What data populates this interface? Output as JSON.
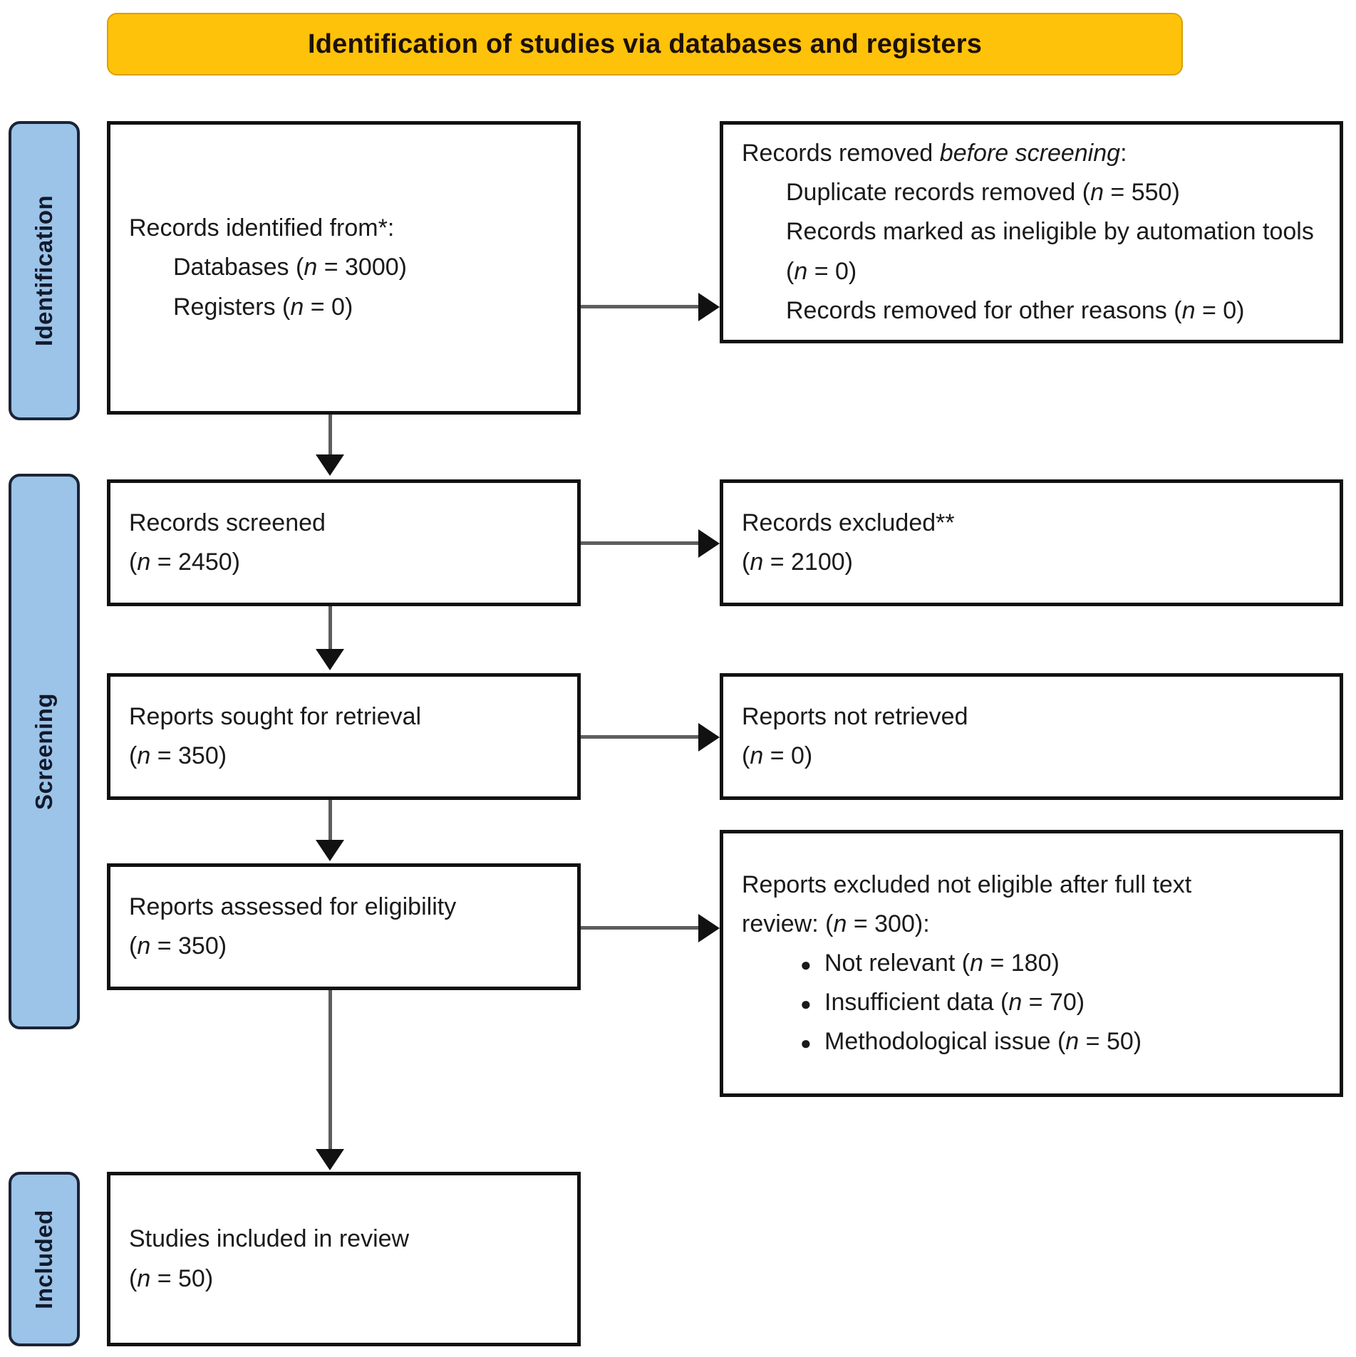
{
  "title": {
    "text": "Identification of studies via databases and registers",
    "background_color": "#FFC20A",
    "text_color": "#1c1008"
  },
  "stages": [
    {
      "id": "identification",
      "label": "Identification",
      "color": "#9CC3E8"
    },
    {
      "id": "screening",
      "label": "Screening",
      "color": "#9CC3E8"
    },
    {
      "id": "included",
      "label": "Included",
      "color": "#9CC3E8"
    }
  ],
  "boxes": {
    "identified": {
      "heading": "Records identified from*:",
      "item_databases": "Databases (",
      "item_databases_n": "n",
      "item_databases_val": " = 3000)",
      "item_registers": "Registers (",
      "item_registers_n": "n",
      "item_registers_val": " = 0)"
    },
    "removed": {
      "heading_pre": "Records removed ",
      "heading_ital": "before screening",
      "heading_post": ":",
      "dup_pre": "Duplicate records removed (",
      "dup_n": "n",
      "dup_post": " = 550)",
      "auto_pre": "Records marked as ineligible by automation tools (",
      "auto_n": "n",
      "auto_post": " = 0)",
      "other_pre": "Records removed for other reasons (",
      "other_n": "n",
      "other_post": " = 0)"
    },
    "screened": {
      "label": "Records screened",
      "count_open": "(",
      "count_n": "n",
      "count_close": " = 2450)"
    },
    "excluded": {
      "label": "Records excluded**",
      "count_open": "(",
      "count_n": "n",
      "count_close": " = 2100)"
    },
    "sought": {
      "label": "Reports sought for retrieval",
      "count_open": "(",
      "count_n": "n",
      "count_close": " = 350)"
    },
    "not_retrieved": {
      "label": "Reports not retrieved",
      "count_open": "(",
      "count_n": "n",
      "count_close": " = 0)"
    },
    "assessed": {
      "label": "Reports assessed for eligibility",
      "count_open": "(",
      "count_n": "n",
      "count_close": " = 350)"
    },
    "full_text": {
      "heading_line1": "Reports excluded not eligible after full text",
      "heading_line2_pre": "review: (",
      "heading_line2_n": "n",
      "heading_line2_post": " = 300):",
      "bullet1_pre": "Not relevant (",
      "bullet1_n": "n",
      "bullet1_post": " = 180)",
      "bullet2_pre": "Insufficient data (",
      "bullet2_n": "n",
      "bullet2_post": " = 70)",
      "bullet3_pre": "Methodological issue (",
      "bullet3_n": "n",
      "bullet3_post": " = 50)",
      "bullet_glyph": "●"
    },
    "included": {
      "label": "Studies included in review",
      "count_open": "(",
      "count_n": "n",
      "count_close": " = 50)"
    }
  },
  "chart_data": {
    "type": "diagram",
    "title": "Identification of studies via databases and registers",
    "diagram_kind": "PRISMA 2020 flow diagram",
    "stages": [
      "Identification",
      "Screening",
      "Included"
    ],
    "nodes": [
      {
        "id": "identified",
        "stage": "Identification",
        "column": "left",
        "label": "Records identified from*",
        "values": [
          {
            "name": "Databases",
            "n": 3000
          },
          {
            "name": "Registers",
            "n": 0
          }
        ]
      },
      {
        "id": "removed",
        "stage": "Identification",
        "column": "right",
        "label": "Records removed before screening",
        "values": [
          {
            "name": "Duplicate records removed",
            "n": 550
          },
          {
            "name": "Records marked as ineligible by automation tools",
            "n": 0
          },
          {
            "name": "Records removed for other reasons",
            "n": 0
          }
        ]
      },
      {
        "id": "screened",
        "stage": "Screening",
        "column": "left",
        "label": "Records screened",
        "n": 2450
      },
      {
        "id": "excluded",
        "stage": "Screening",
        "column": "right",
        "label": "Records excluded**",
        "n": 2100
      },
      {
        "id": "sought",
        "stage": "Screening",
        "column": "left",
        "label": "Reports sought for retrieval",
        "n": 350
      },
      {
        "id": "not_retrieved",
        "stage": "Screening",
        "column": "right",
        "label": "Reports not retrieved",
        "n": 0
      },
      {
        "id": "assessed",
        "stage": "Screening",
        "column": "left",
        "label": "Reports assessed for eligibility",
        "n": 350
      },
      {
        "id": "full_text",
        "stage": "Screening",
        "column": "right",
        "label": "Reports excluded not eligible after full text review",
        "n": 300,
        "values": [
          {
            "name": "Not relevant",
            "n": 180
          },
          {
            "name": "Insufficient data",
            "n": 70
          },
          {
            "name": "Methodological issue",
            "n": 50
          }
        ]
      },
      {
        "id": "included",
        "stage": "Included",
        "column": "left",
        "label": "Studies included in review",
        "n": 50
      }
    ],
    "edges": [
      {
        "from": "identified",
        "to": "removed",
        "direction": "right"
      },
      {
        "from": "identified",
        "to": "screened",
        "direction": "down"
      },
      {
        "from": "screened",
        "to": "excluded",
        "direction": "right"
      },
      {
        "from": "screened",
        "to": "sought",
        "direction": "down"
      },
      {
        "from": "sought",
        "to": "not_retrieved",
        "direction": "right"
      },
      {
        "from": "sought",
        "to": "assessed",
        "direction": "down"
      },
      {
        "from": "assessed",
        "to": "full_text",
        "direction": "right"
      },
      {
        "from": "assessed",
        "to": "included",
        "direction": "down"
      }
    ]
  }
}
